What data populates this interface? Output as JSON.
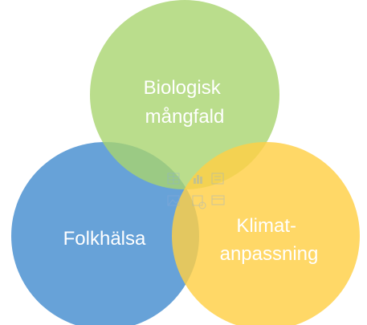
{
  "diagram": {
    "type": "venn",
    "sets": [
      {
        "id": "biologisk",
        "lines": [
          "Biologisk",
          "mångfald"
        ],
        "color": "#A9D46F",
        "opacity": 0.8
      },
      {
        "id": "folkhalsa",
        "lines": [
          "Folkhälsa"
        ],
        "color": "#5B9BD5",
        "opacity": 0.93
      },
      {
        "id": "klimat",
        "lines": [
          "Klimat-",
          "anpassning"
        ],
        "color": "#FFD046",
        "opacity": 0.82
      }
    ],
    "center_placeholder": {
      "icon": "content-placeholder-icons",
      "color": "#8FAFD6"
    }
  }
}
